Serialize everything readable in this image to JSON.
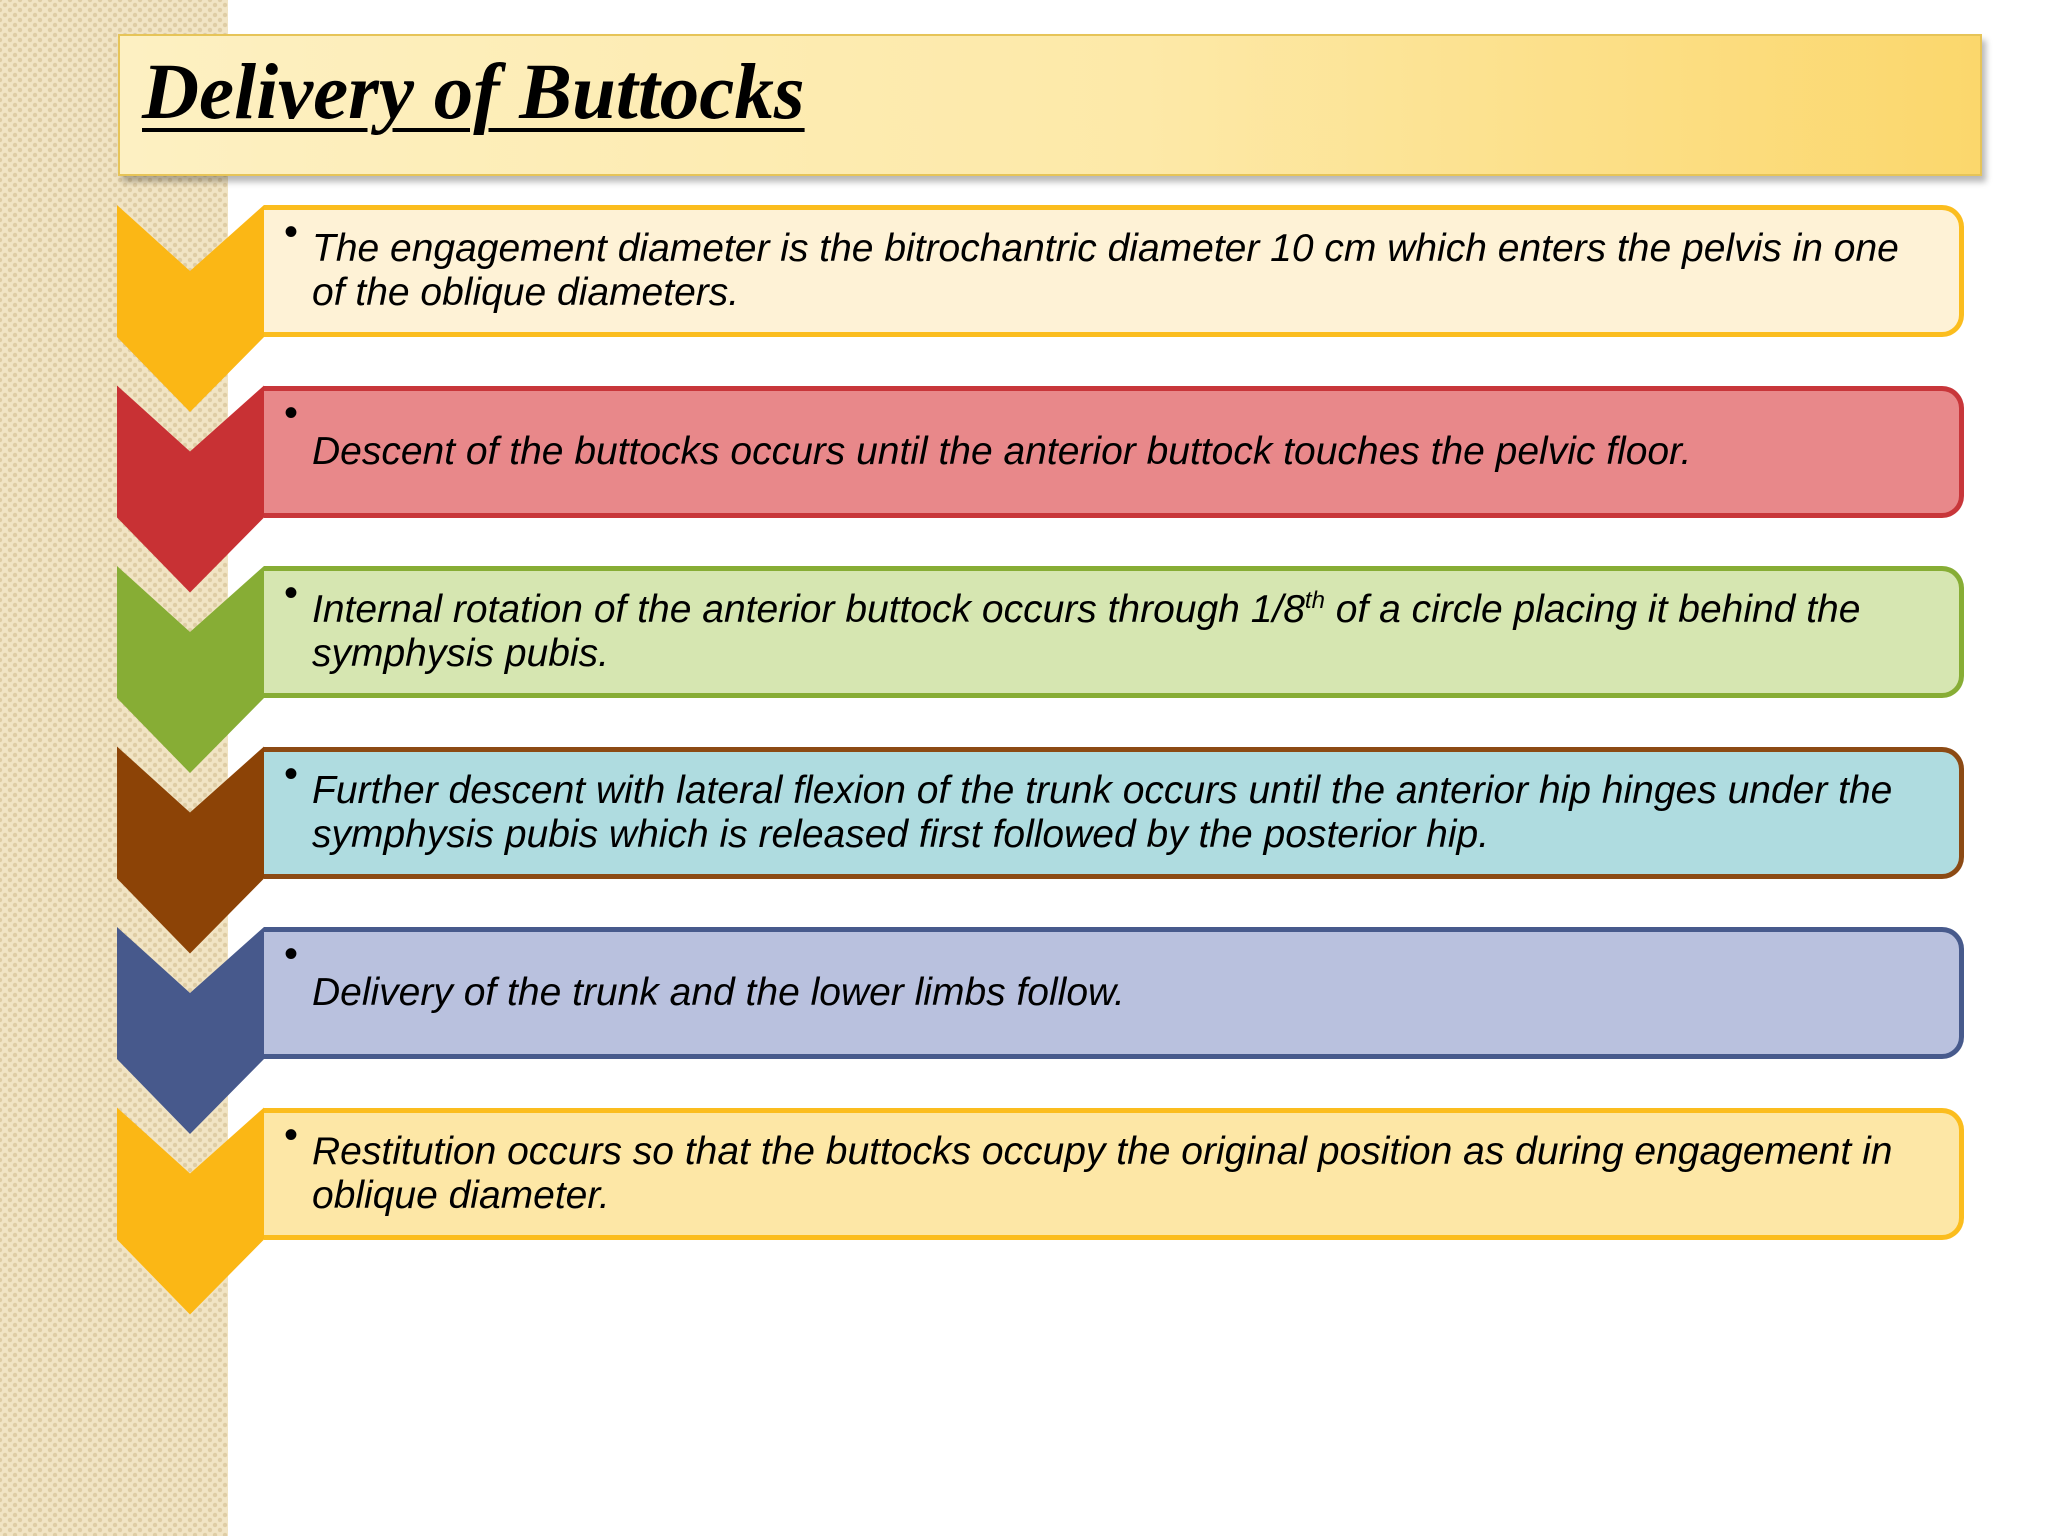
{
  "title": "Delivery of Buttocks",
  "steps": [
    {
      "text": "The engagement diameter is the bitrochantric diameter 10 cm which enters the pelvis in one of the oblique diameters.",
      "text_after_sup": "",
      "superscript": "",
      "chevron_color": "#fbb715",
      "box_fill": "#fef2d6",
      "box_border": "#fbbd1e"
    },
    {
      "text": "Descent of the buttocks occurs until the anterior buttock touches the pelvic floor.",
      "text_after_sup": "",
      "superscript": "",
      "chevron_color": "#c83134",
      "box_fill": "#e8888a",
      "box_border": "#c8363a"
    },
    {
      "text": "Internal rotation of the anterior buttock occurs through 1/8",
      "superscript": "th",
      "text_after_sup": " of a circle placing it behind the symphysis pubis.",
      "chevron_color": "#87ad35",
      "box_fill": "#d6e6b1",
      "box_border": "#87ad35"
    },
    {
      "text": "Further descent with lateral flexion of the trunk occurs until the anterior hip hinges under the symphysis pubis which is released first followed by the posterior hip.",
      "text_after_sup": "",
      "superscript": "",
      "chevron_color": "#8c4306",
      "box_fill": "#afdce0",
      "box_border": "#8c4a14"
    },
    {
      "text": "Delivery of the trunk and the lower limbs follow.",
      "text_after_sup": "",
      "superscript": "",
      "chevron_color": "#47598c",
      "box_fill": "#b9c1de",
      "box_border": "#475a8c"
    },
    {
      "text": "Restitution occurs so that the buttocks occupy the original position as during engagement in oblique diameter.",
      "text_after_sup": "",
      "superscript": "",
      "chevron_color": "#fbb715",
      "box_fill": "#fde7a6",
      "box_border": "#fbbd1e"
    }
  ],
  "bullet_char": "•"
}
